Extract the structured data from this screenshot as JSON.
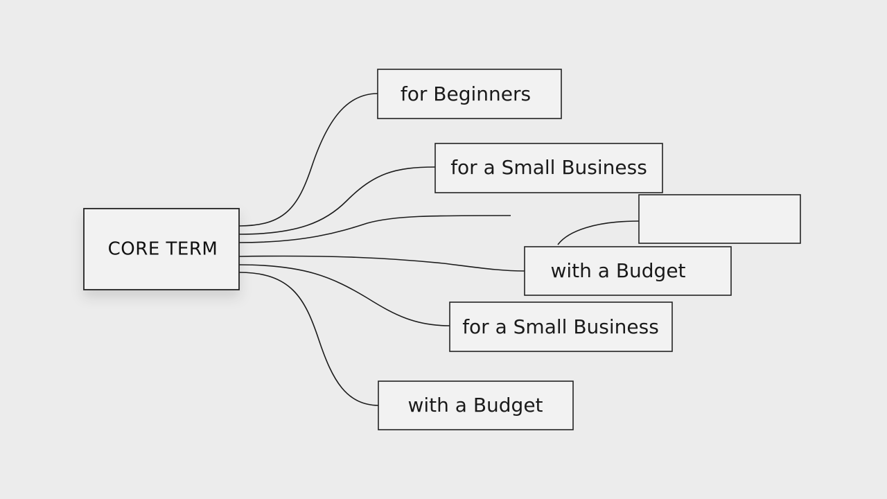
{
  "core": {
    "label": "CORE TERM"
  },
  "nodes": [
    {
      "id": "for-beginners",
      "label": "for Beginners"
    },
    {
      "id": "small-business-1",
      "label": "for a Small Business"
    },
    {
      "id": "blank",
      "label": ""
    },
    {
      "id": "budget-1",
      "label": "with a Budget"
    },
    {
      "id": "small-business-2",
      "label": "for a Small Business"
    },
    {
      "id": "budget-2",
      "label": "with a Budget"
    }
  ],
  "colors": {
    "background": "#ececec",
    "stroke": "#222222",
    "text": "#1a1a1a"
  }
}
